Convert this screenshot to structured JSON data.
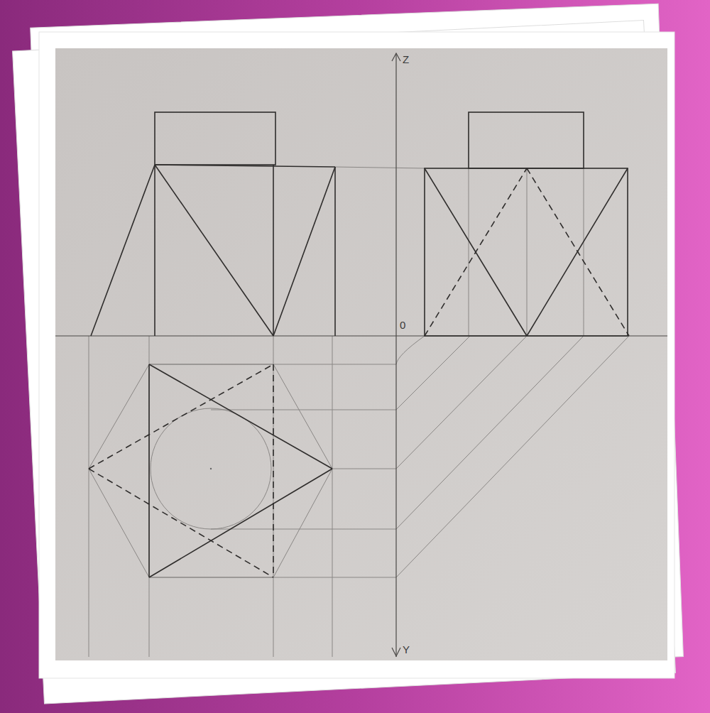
{
  "diagram": {
    "labels": [
      "Z",
      "0",
      "Y"
    ]
  }
}
